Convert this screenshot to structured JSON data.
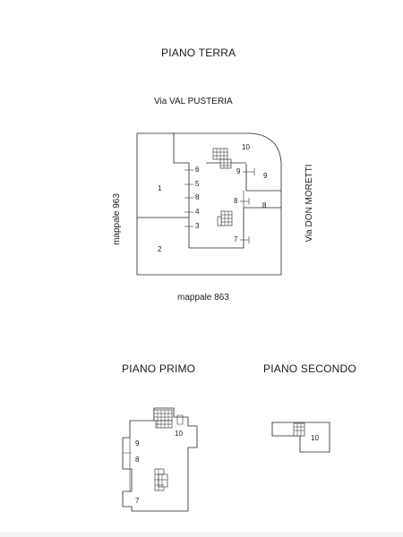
{
  "ground_floor": {
    "title": "PIANO TERRA",
    "street_top": "Via VAL PUSTERIA",
    "street_right": "Via DON MORETTI",
    "parcel_left": "mappale 963",
    "parcel_bottom": "mappale 863",
    "units": {
      "u1": "1",
      "u2": "2",
      "u3": "3",
      "u4": "4",
      "u6": "6",
      "u5": "5",
      "u8a": "8",
      "u8b": "8",
      "u8c": "8",
      "u9a": "9",
      "u9b": "9",
      "u7": "7",
      "u10": "10"
    }
  },
  "first_floor": {
    "title": "PIANO PRIMO",
    "units": {
      "u10": "10",
      "u9": "9",
      "u8": "8",
      "u7": "7"
    }
  },
  "second_floor": {
    "title": "PIANO SECONDO",
    "units": {
      "u10": "10"
    }
  }
}
